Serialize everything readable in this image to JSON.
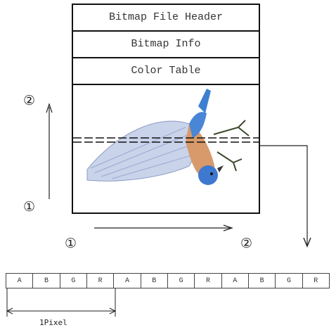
{
  "headers": [
    "Bitmap File Header",
    "Bitmap Info",
    "Color Table"
  ],
  "scan_markers": {
    "vertical_start": "①",
    "vertical_end": "②",
    "horizontal_start": "①",
    "horizontal_end": "②"
  },
  "image_subject": "bird-image",
  "pixel_bytes": [
    "A",
    "B",
    "G",
    "R",
    "A",
    "B",
    "G",
    "R",
    "A",
    "B",
    "G",
    "R"
  ],
  "pixel_label": "1Pixel"
}
